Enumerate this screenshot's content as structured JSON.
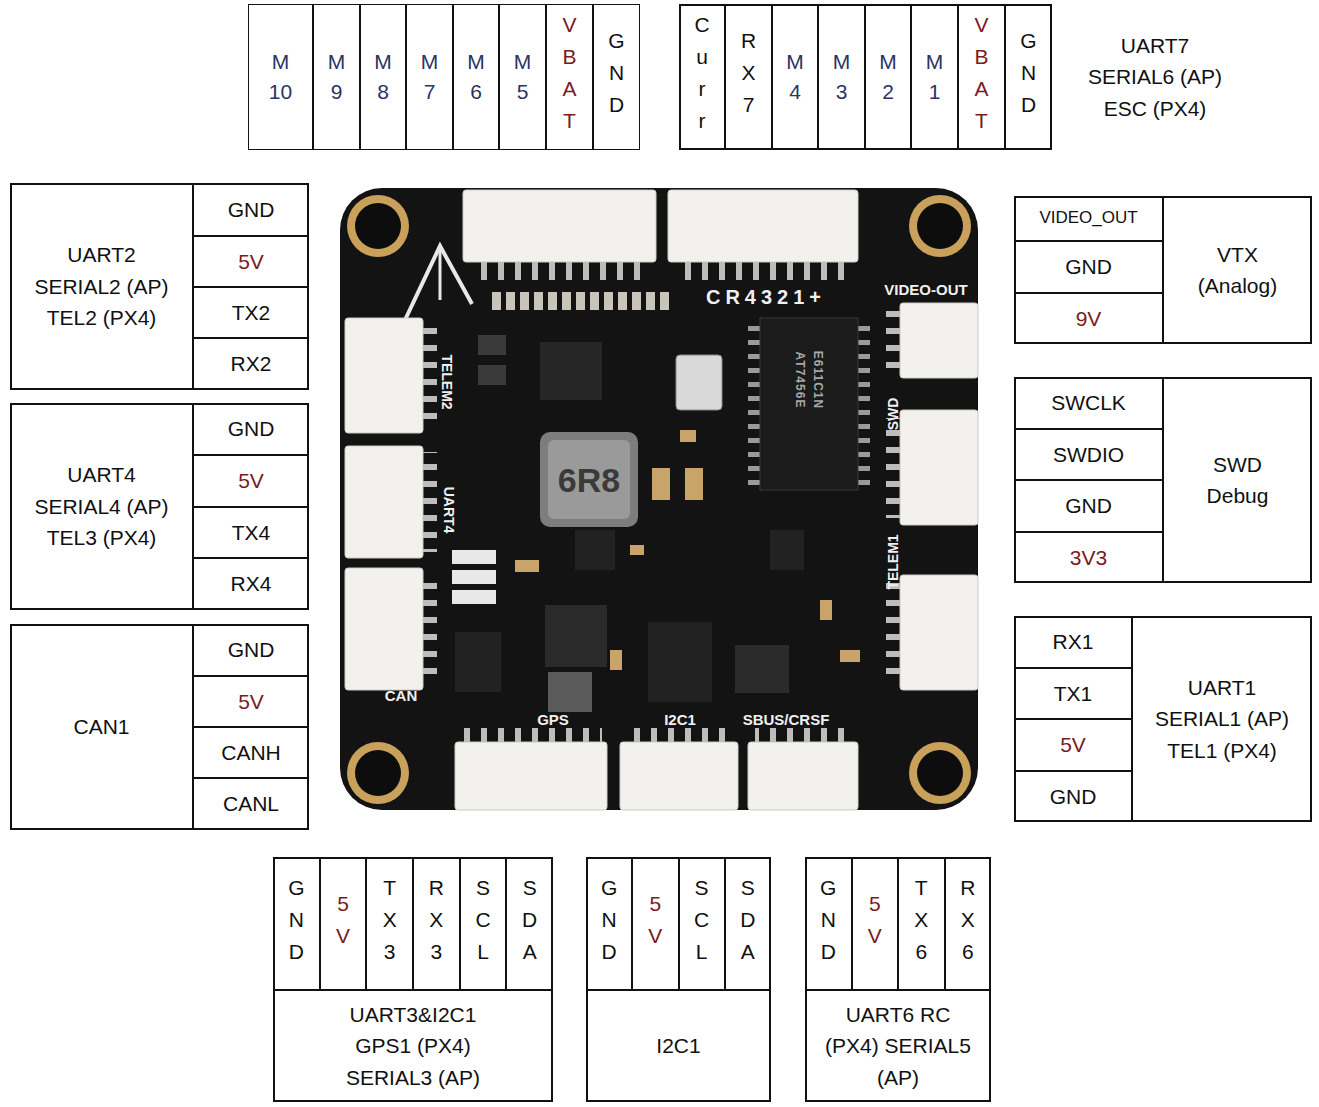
{
  "diagram": {
    "nodes": [
      {
        "text": [
          "M 10"
        ]
      },
      {
        "text": [
          "M 9"
        ]
      },
      {
        "text": [
          "M 8"
        ]
      },
      {
        "text": [
          "M 7"
        ]
      },
      {
        "text": [
          "M 6"
        ]
      },
      {
        "text": [
          "M 5"
        ]
      },
      {
        "text": [
          "VBAT"
        ]
      },
      {
        "text": [
          "GND"
        ]
      },
      {
        "text": [
          "UART7 SERIAL6 (AP) ESC (PX4)"
        ]
      },
      {
        "text": [
          "Curr"
        ],
        "in": 8
      },
      {
        "text": [
          "RX7"
        ],
        "in": 8
      },
      {
        "text": [
          "M 4"
        ],
        "in": 8
      },
      {
        "text": [
          "M 3"
        ],
        "in": 8
      },
      {
        "text": [
          "M 2"
        ],
        "in": 8
      },
      {
        "text": [
          "M 1"
        ],
        "in": 8
      },
      {
        "text": [
          "VBAT"
        ],
        "in": 8
      },
      {
        "text": [
          "GND"
        ],
        "in": 8
      },
      {
        "text": [
          "UART2 SERIAL2 (AP) TEL2 (PX4)"
        ]
      },
      {
        "text": [
          "GND"
        ],
        "in": 17
      },
      {
        "text": [
          "5V"
        ],
        "in": 17
      },
      {
        "text": [
          "TX2"
        ],
        "in": 17
      },
      {
        "text": [
          "RX2"
        ],
        "in": 17
      },
      {
        "text": [
          "UART4 SERIAL4 (AP) TEL3 (PX4)"
        ]
      },
      {
        "text": [
          "GND"
        ],
        "in": 22
      },
      {
        "text": [
          "5V"
        ],
        "in": 22
      },
      {
        "text": [
          "TX4"
        ],
        "in": 22
      },
      {
        "text": [
          "RX4"
        ],
        "in": 22
      },
      {
        "text": [
          "CAN1"
        ]
      },
      {
        "text": [
          "GND"
        ],
        "in": 27
      },
      {
        "text": [
          "5V"
        ],
        "in": 27
      },
      {
        "text": [
          "CANH"
        ],
        "in": 27
      },
      {
        "text": [
          "CANL"
        ],
        "in": 27
      },
      {
        "text": [
          "VTX (Analog)"
        ]
      },
      {
        "text": [
          "VIDEO_OUT"
        ],
        "in": 32
      },
      {
        "text": [
          "GND"
        ],
        "in": 32
      },
      {
        "text": [
          "9V"
        ],
        "in": 32
      },
      {
        "text": [
          "SWD Debug"
        ]
      },
      {
        "text": [
          "SWCLK"
        ],
        "in": 36
      },
      {
        "text": [
          "SWDIO"
        ],
        "in": 36
      },
      {
        "text": [
          "GND"
        ],
        "in": 36
      },
      {
        "text": [
          "3V3"
        ],
        "in": 36
      },
      {
        "text": [
          "UART1 SERIAL1 (AP) TEL1 (PX4)"
        ]
      },
      {
        "text": [
          "RX1"
        ],
        "in": 41
      },
      {
        "text": [
          "TX1"
        ],
        "in": 41
      },
      {
        "text": [
          "5V"
        ],
        "in": 41
      },
      {
        "text": [
          "GND"
        ],
        "in": 41
      },
      {
        "text": [
          "UART3&I2C1 GPS1 (PX4) SERIAL3 (AP)"
        ]
      },
      {
        "text": [
          "GND"
        ],
        "in": 46
      },
      {
        "text": [
          "5V"
        ],
        "in": 46
      },
      {
        "text": [
          "TX3"
        ],
        "in": 46
      },
      {
        "text": [
          "RX3"
        ],
        "in": 46
      },
      {
        "text": [
          "SCL"
        ],
        "in": 46
      },
      {
        "text": [
          "SDA"
        ],
        "in": 46
      },
      {
        "text": [
          "I2C1"
        ]
      },
      {
        "text": [
          "GND"
        ],
        "in": 53
      },
      {
        "text": [
          "5V"
        ],
        "in": 53
      },
      {
        "text": [
          "SCL"
        ],
        "in": 53
      },
      {
        "text": [
          "SDA"
        ],
        "in": 53
      },
      {
        "text": [
          "UART6 RC (PX4) SERIAL5 (AP)"
        ]
      },
      {
        "text": [
          "GND"
        ],
        "in": 58
      },
      {
        "text": [
          "5V"
        ],
        "in": 58
      },
      {
        "text": [
          "TX6"
        ],
        "in": 58
      },
      {
        "text": [
          "RX6"
        ],
        "in": 58
      }
    ],
    "labels": [
      "CR4321+",
      "VIDEO-OUT",
      "TELEM2",
      "SWD",
      "UART4",
      "TELEM1",
      "CAN",
      "GPS",
      "I2C1",
      "SBUS/CRSF",
      "6R8",
      "AT7456E",
      "E611C1N"
    ]
  }
}
